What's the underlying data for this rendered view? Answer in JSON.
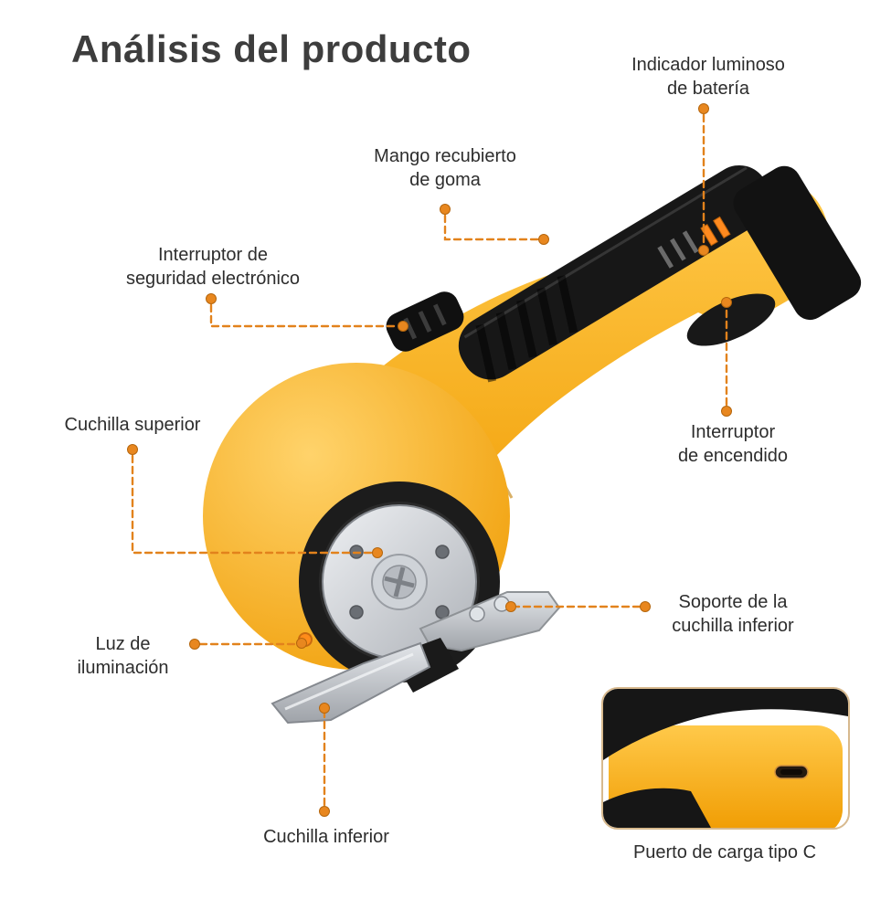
{
  "title": "Análisis del producto",
  "callouts": {
    "battery_indicator": "Indicador luminoso\nde batería",
    "rubber_handle": "Mango recubierto\nde goma",
    "safety_switch": "Interruptor de\nseguridad electrónico",
    "upper_blade": "Cuchilla superior",
    "power_switch": "Interruptor\nde encendido",
    "lower_blade_support": "Soporte de la\ncuchilla inferior",
    "illumination_light": "Luz de\niluminación",
    "lower_blade": "Cuchilla inferior",
    "usb_port": "Puerto de carga tipo C"
  },
  "colors": {
    "accent_orange": "#E2821C",
    "body_yellow": "#F7A90B",
    "dark_parts": "#161616",
    "steel": "#C6CAD0",
    "text": "#2D2D2D"
  }
}
